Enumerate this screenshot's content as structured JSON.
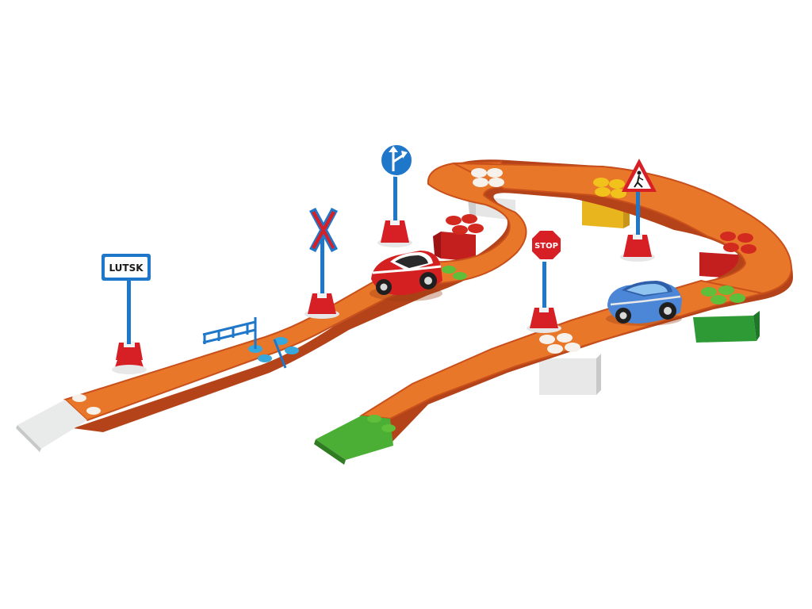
{
  "scene": {
    "subject": "toy-race-track-set"
  },
  "signs": {
    "city_label": "LUTSK",
    "stop_label": "STOP"
  },
  "colors": {
    "track": "#e8772a",
    "track_edge": "#c9501a",
    "track_shadow": "#b4431a",
    "ramp_white": "#e9eaea",
    "ramp_green": "#4caf35",
    "support_red": "#c41f1f",
    "support_yellow": "#e9b51f",
    "support_green": "#2e9a36",
    "support_white": "#e8e8e8",
    "car_red": "#d42020",
    "car_blue": "#4c86d6",
    "sign_blue": "#1f77c9",
    "sign_red": "#d71f26",
    "dot_white": "#f6f1ea",
    "dot_red": "#d32a20",
    "dot_green": "#5fbf3a",
    "dot_yellow": "#f2c21c",
    "dot_blue": "#37a7dc"
  }
}
